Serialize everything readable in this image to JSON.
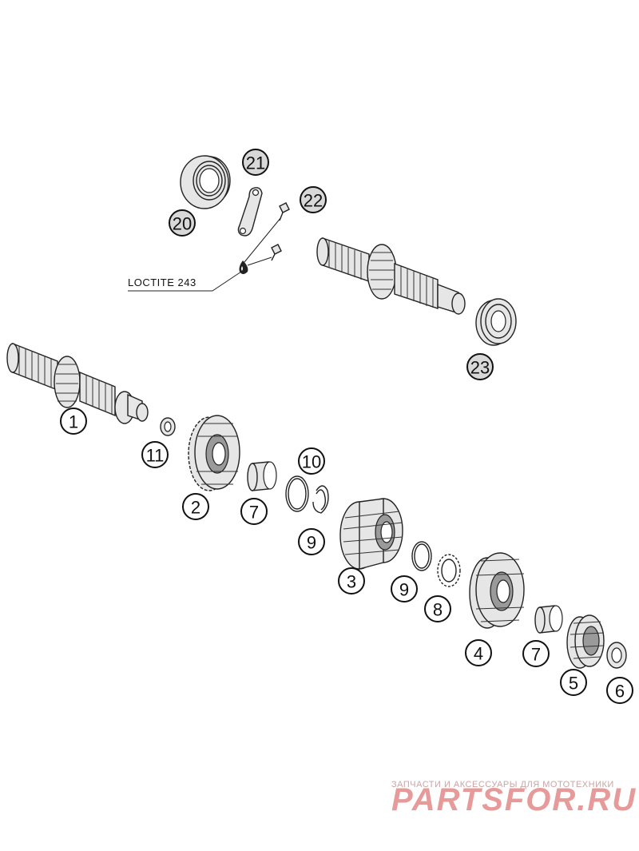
{
  "note": {
    "text": "LOCTITE 243"
  },
  "watermark": {
    "tagline": "ЗАПЧАСТИ И АКСЕССУАРЫ ДЛЯ МОТОТЕХНИКИ",
    "logo": "PARTSFOR.RU"
  },
  "callouts": [
    {
      "id": "c1",
      "label": "1",
      "style": "white"
    },
    {
      "id": "c2",
      "label": "2",
      "style": "white"
    },
    {
      "id": "c3",
      "label": "3",
      "style": "white"
    },
    {
      "id": "c4",
      "label": "4",
      "style": "white"
    },
    {
      "id": "c5",
      "label": "5",
      "style": "white"
    },
    {
      "id": "c6",
      "label": "6",
      "style": "white"
    },
    {
      "id": "c7a",
      "label": "7",
      "style": "white"
    },
    {
      "id": "c7b",
      "label": "7",
      "style": "white"
    },
    {
      "id": "c8",
      "label": "8",
      "style": "white"
    },
    {
      "id": "c9a",
      "label": "9",
      "style": "white"
    },
    {
      "id": "c9b",
      "label": "9",
      "style": "white"
    },
    {
      "id": "c10",
      "label": "10",
      "style": "white"
    },
    {
      "id": "c11",
      "label": "11",
      "style": "white"
    },
    {
      "id": "c20",
      "label": "20",
      "style": "gray"
    },
    {
      "id": "c21",
      "label": "21",
      "style": "gray"
    },
    {
      "id": "c22",
      "label": "22",
      "style": "gray"
    },
    {
      "id": "c23",
      "label": "23",
      "style": "gray"
    }
  ]
}
